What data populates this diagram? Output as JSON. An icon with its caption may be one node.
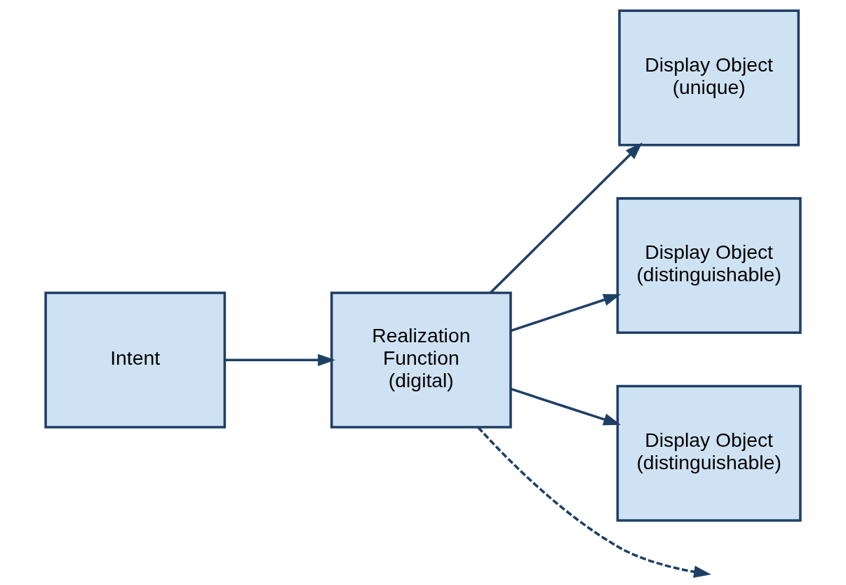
{
  "diagram": {
    "nodes": [
      {
        "text": [
          "Intent"
        ]
      },
      {
        "text": [
          "Realization Function (digital)"
        ]
      },
      {
        "text": [
          "Display Object (unique)"
        ]
      },
      {
        "text": [
          "Display Object (distinguishable)"
        ]
      },
      {
        "text": [
          "Display Object (distinguishable)"
        ]
      }
    ],
    "edges": [
      {
        "from": 0,
        "to": 1,
        "arrow": "to"
      },
      {
        "from": 1,
        "to": 2,
        "arrow": "to"
      },
      {
        "from": 1,
        "to": 3,
        "arrow": "to"
      },
      {
        "from": 1,
        "to": 4,
        "arrow": "to"
      },
      {
        "from": 1,
        "to": null,
        "arrow": "to",
        "style": "dashed"
      }
    ]
  }
}
